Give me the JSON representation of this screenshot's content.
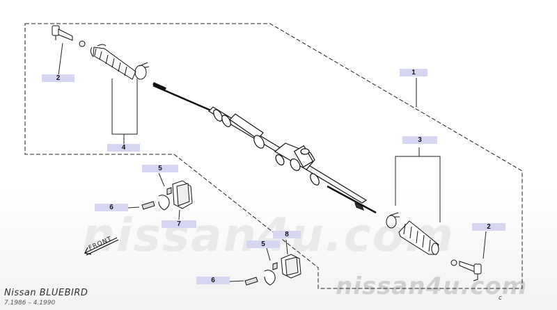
{
  "watermark": {
    "center": "nissan4u.com",
    "corner": "nissan4u.com"
  },
  "caption": {
    "model": "Nissan  BLUEBIRD",
    "years": "7.1986  –  4.1990"
  },
  "diagram": {
    "front_label": "FRONT",
    "corner_mark": "c",
    "callouts": [
      {
        "id": "top-left-2",
        "text": "2"
      },
      {
        "id": "top-right-1",
        "text": "1"
      },
      {
        "id": "left-4",
        "text": "4"
      },
      {
        "id": "right-3",
        "text": "3"
      },
      {
        "id": "left-5",
        "text": "5"
      },
      {
        "id": "left-6",
        "text": "6"
      },
      {
        "id": "left-7",
        "text": "7"
      },
      {
        "id": "bottom-5",
        "text": "5"
      },
      {
        "id": "bottom-8",
        "text": "8"
      },
      {
        "id": "bottom-6",
        "text": "6"
      },
      {
        "id": "right-2",
        "text": "2"
      }
    ]
  }
}
